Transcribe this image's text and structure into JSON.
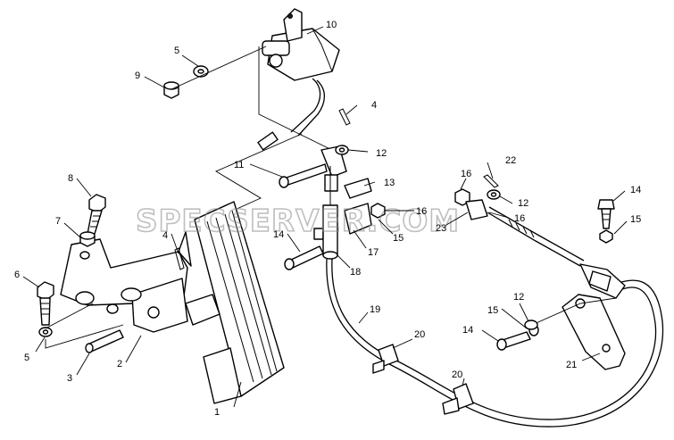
{
  "callouts": [
    "1",
    "2",
    "3",
    "4",
    "4",
    "5",
    "5",
    "6",
    "7",
    "8",
    "9",
    "10",
    "11",
    "12",
    "12",
    "12",
    "13",
    "14",
    "14",
    "14",
    "15",
    "15",
    "15",
    "16",
    "16",
    "16",
    "17",
    "18",
    "19",
    "20",
    "20",
    "21",
    "22",
    "23"
  ],
  "watermark": "SPECSERVER.COM"
}
